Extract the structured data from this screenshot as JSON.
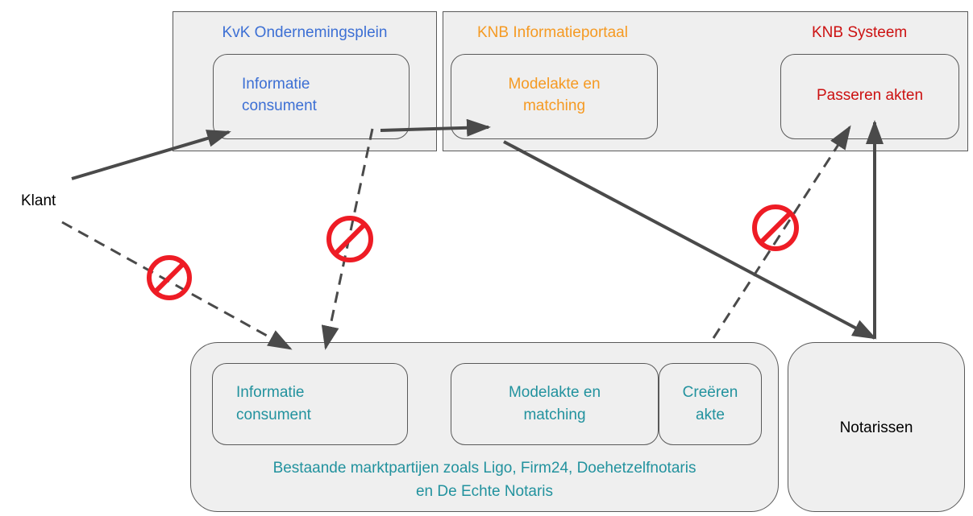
{
  "kvk": {
    "title": "KvK Ondernemingsplein",
    "box_line1": "Informatie",
    "box_line2": "consument"
  },
  "knb_portal": {
    "title": "KNB Informatieportaal",
    "box_line1": "Modelakte en",
    "box_line2": "matching"
  },
  "knb_system": {
    "title": "KNB Systeem",
    "box_label": "Passeren akten"
  },
  "klant": "Klant",
  "market": {
    "info_line1": "Informatie",
    "info_line2": "consument",
    "model_line1": "Modelakte en",
    "model_line2": "matching",
    "create_line1": "Creëren",
    "create_line2": "akte",
    "caption_line1": "Bestaande marktpartijen zoals Ligo, Firm24, Doehetzelfnotaris",
    "caption_line2": "en De Echte Notaris"
  },
  "notarissen": "Notarissen",
  "colors": {
    "kvk": "#3c6fd4",
    "portal": "#f59a23",
    "system": "#cc1111",
    "market": "#22929e",
    "arrow": "#4a4a4a",
    "forbidden": "#ee1c25"
  }
}
